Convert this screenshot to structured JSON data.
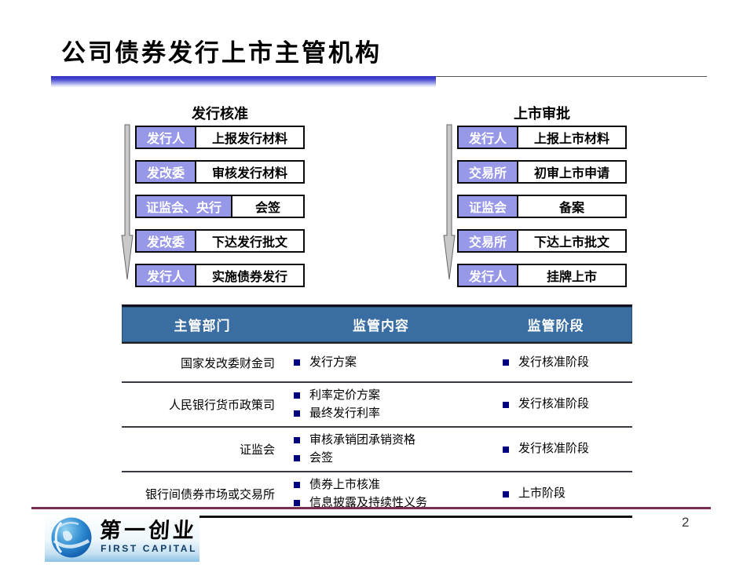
{
  "slide": {
    "title": "公司债券发行上市主管机构",
    "page_number": "2"
  },
  "flows": [
    {
      "title": "发行核准",
      "steps": [
        {
          "actor": "发行人",
          "action": "上报发行材料"
        },
        {
          "actor": "发改委",
          "action": "审核发行材料"
        },
        {
          "actor": "证监会、央行",
          "action": "会签"
        },
        {
          "actor": "发改委",
          "action": "下达发行批文"
        },
        {
          "actor": "发行人",
          "action": "实施债券发行"
        }
      ]
    },
    {
      "title": "上市审批",
      "steps": [
        {
          "actor": "发行人",
          "action": "上报上市材料"
        },
        {
          "actor": "交易所",
          "action": "初审上市申请"
        },
        {
          "actor": "证监会",
          "action": "备案"
        },
        {
          "actor": "交易所",
          "action": "下达上市批文"
        },
        {
          "actor": "发行人",
          "action": "挂牌上市"
        }
      ]
    }
  ],
  "table": {
    "headers": [
      "主管部门",
      "监管内容",
      "监管阶段"
    ],
    "rows": [
      {
        "department": "国家发改委财金司",
        "content": [
          "发行方案"
        ],
        "stage": "发行核准阶段"
      },
      {
        "department": "人民银行货币政策司",
        "content": [
          "利率定价方案",
          "最终发行利率"
        ],
        "stage": "发行核准阶段"
      },
      {
        "department": "证监会",
        "content": [
          "审核承销团承销资格",
          "会签"
        ],
        "stage": "发行核准阶段"
      },
      {
        "department": "银行间债券市场或交易所",
        "content": [
          "债券上市核准",
          "信息披露及持续性义务"
        ],
        "stage": "上市阶段"
      }
    ]
  },
  "footer": {
    "logo_cn": "第一创业",
    "logo_en": "FIRST CAPITAL"
  },
  "colors": {
    "title_bar_blue": "#2b2dc0",
    "flow_label_bg": "#9898e8",
    "table_header_bg": "#3a6da1",
    "bullet_navy": "#00007f",
    "footer_maroon": "#7c2d52",
    "logo_globe_blue": "#1565b8"
  }
}
